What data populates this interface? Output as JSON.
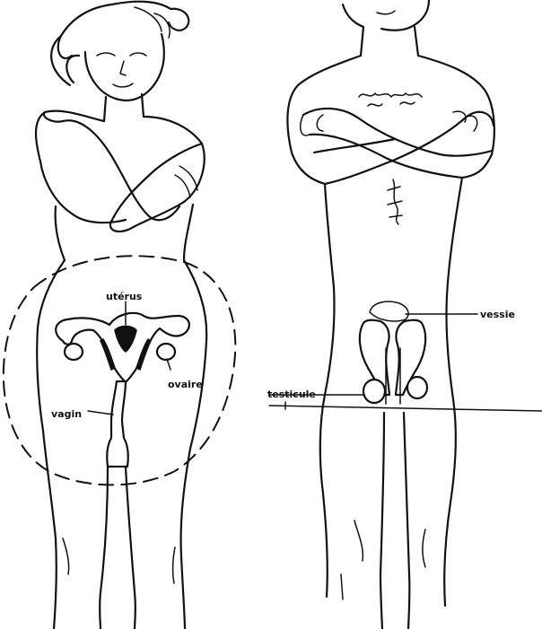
{
  "labels": {
    "female": {
      "uterus": "utérus",
      "ovary": "ovaire",
      "vagina": "vagin"
    },
    "male": {
      "bladder": "vessie",
      "testicle": "testicule"
    }
  },
  "colors": {
    "ink": "#111111",
    "background": "#ffffff"
  }
}
